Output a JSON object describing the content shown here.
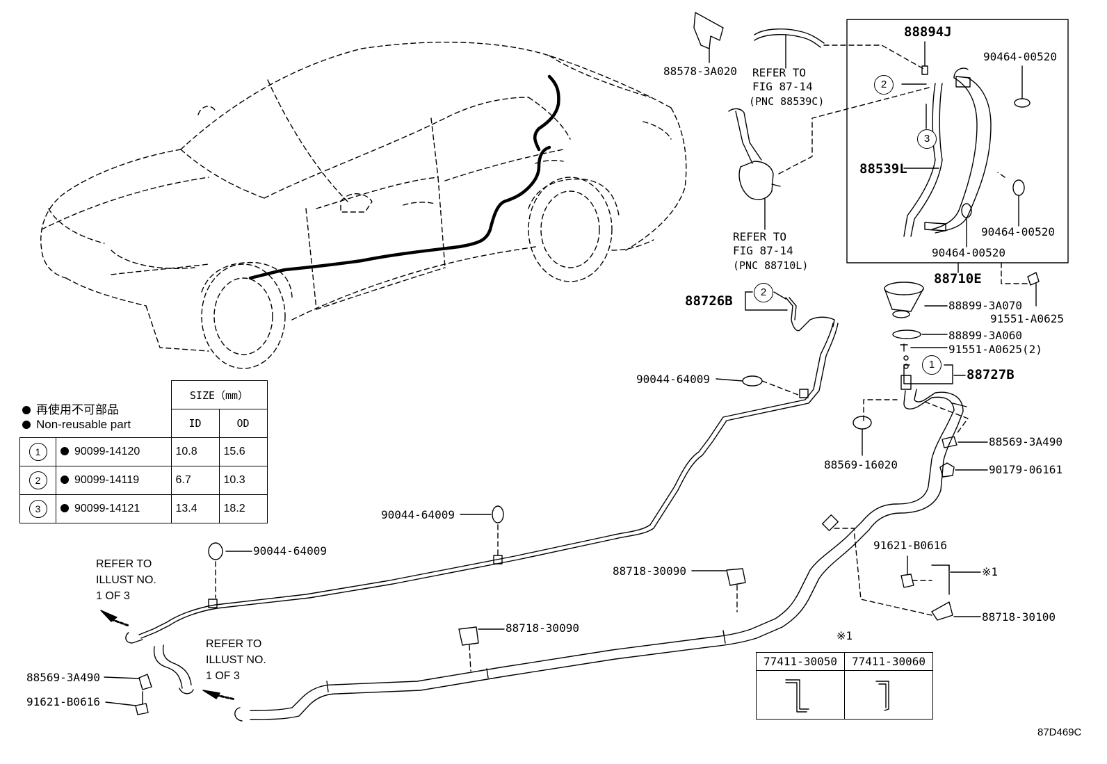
{
  "legend": {
    "ja": "再使用不可部品",
    "en": "Non-reusable part"
  },
  "size_table": {
    "header": "SIZE（mm）",
    "cols": [
      "ID",
      "OD"
    ],
    "rows": [
      {
        "num": "1",
        "part": "90099-14120",
        "id": "10.8",
        "od": "15.6"
      },
      {
        "num": "2",
        "part": "90099-14119",
        "id": "6.7",
        "od": "10.3"
      },
      {
        "num": "3",
        "part": "90099-14121",
        "id": "13.4",
        "od": "18.2"
      }
    ]
  },
  "labels": {
    "p88578": "88578-3A020",
    "ref1a": "REFER TO",
    "ref1b": "FIG 87-14",
    "ref1c": "(PNC 88539C)",
    "ref2a": "REFER TO",
    "ref2b": "FIG 87-14",
    "ref2c": "(PNC 88710L)",
    "p88894": "88894J",
    "p90464a": "90464-00520",
    "p90464b": "90464-00520",
    "p90464c": "90464-00520",
    "p88539": "88539L",
    "p88710": "88710E",
    "p88726": "88726B",
    "p88899a": "88899-3A070",
    "p91551a": "91551-A0625",
    "p88899b": "88899-3A060",
    "p91551b": "91551-A0625(2)",
    "p88727": "88727B",
    "p90044a": "90044-64009",
    "p88569a": "88569-3A490",
    "p88569b": "88569-16020",
    "p90179": "90179-06161",
    "p90044b": "90044-64009",
    "p91621a": "91621-B0616",
    "mark1": "※1",
    "p90044c": "90044-64009",
    "p88718a": "88718-30090",
    "p88718b": "88718-30100",
    "p88718c": "88718-30090",
    "ref3": "REFER TO\nILLUST NO.\n1 OF 3",
    "ref4": "REFER TO\nILLUST NO.\n1 OF 3",
    "p88569c": "88569-3A490",
    "p91621b": "91621-B0616",
    "brk_mark": "※1",
    "brk_a": "77411-30050",
    "brk_b": "77411-30060",
    "code": "87D469C",
    "c1": "1",
    "c2": "2",
    "c2b": "2",
    "c3": "3"
  }
}
